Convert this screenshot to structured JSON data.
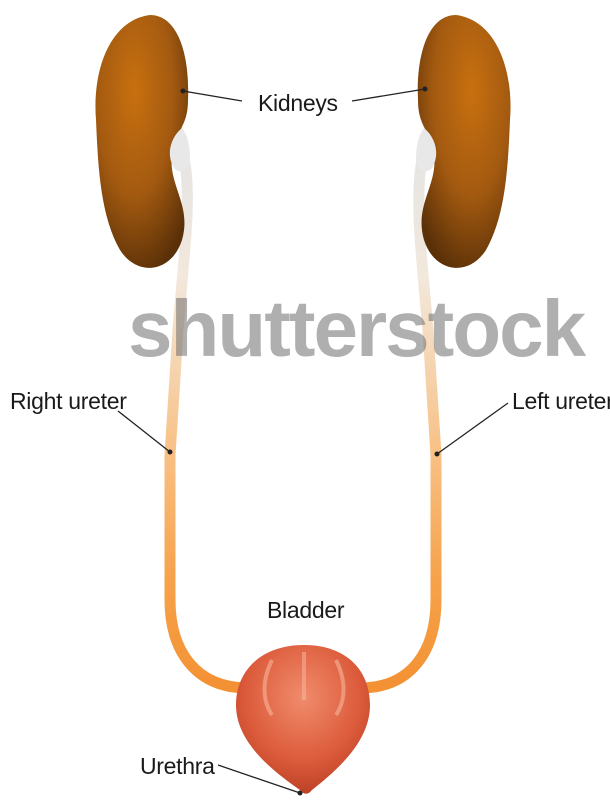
{
  "labels": {
    "kidneys": "Kidneys",
    "right_ureter": "Right ureter",
    "left_ureter": "Left ureter",
    "bladder": "Bladder",
    "urethra": "Urethra"
  },
  "watermark": "shutterstock",
  "colors": {
    "kidney": "#a85a0c",
    "ureter_upper": "#e6e6e6",
    "ureter_lower": "#f59a3c",
    "bladder": "#d9573a",
    "leader_line": "#222222"
  }
}
